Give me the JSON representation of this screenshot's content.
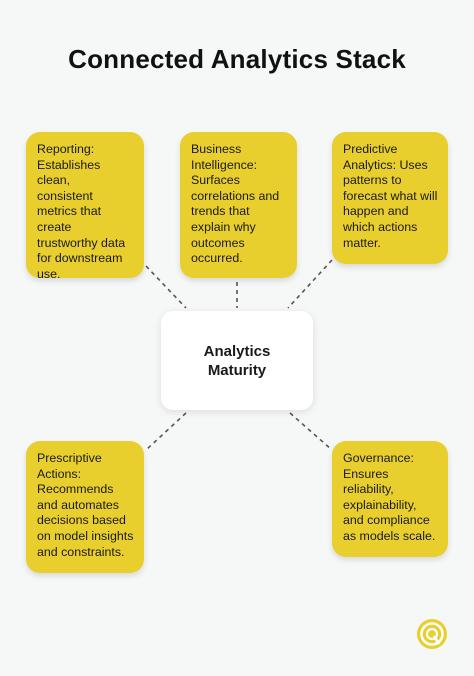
{
  "title": "Connected Analytics Stack",
  "center": {
    "label": "Analytics\nMaturity"
  },
  "cards": {
    "reporting": "Reporting:\nEstablishes clean,\nconsistent\nmetrics that\ncreate\ntrustworthy data\nfor downstream\nuse.",
    "business_intelligence": "Business\nIntelligence:\nSurfaces\ncorrelations and\ntrends that\nexplain why\noutcomes\noccurred.",
    "predictive": "Predictive\nAnalytics: Uses\npatterns to\nforecast what will\nhappen and\nwhich actions\nmatter.",
    "prescriptive": "Prescriptive\nActions:\nRecommends\nand automates\ndecisions based\non model insights\nand constraints.",
    "governance": "Governance:\nEnsures\nreliability,\nexplainability,\nand compliance\nas models scale."
  },
  "colors": {
    "card": "#e8cf2e",
    "center_box": "#ffffff",
    "connector": "#555555",
    "background": "#f6f7f7"
  },
  "logo_icon": "circle-q-logo-icon"
}
